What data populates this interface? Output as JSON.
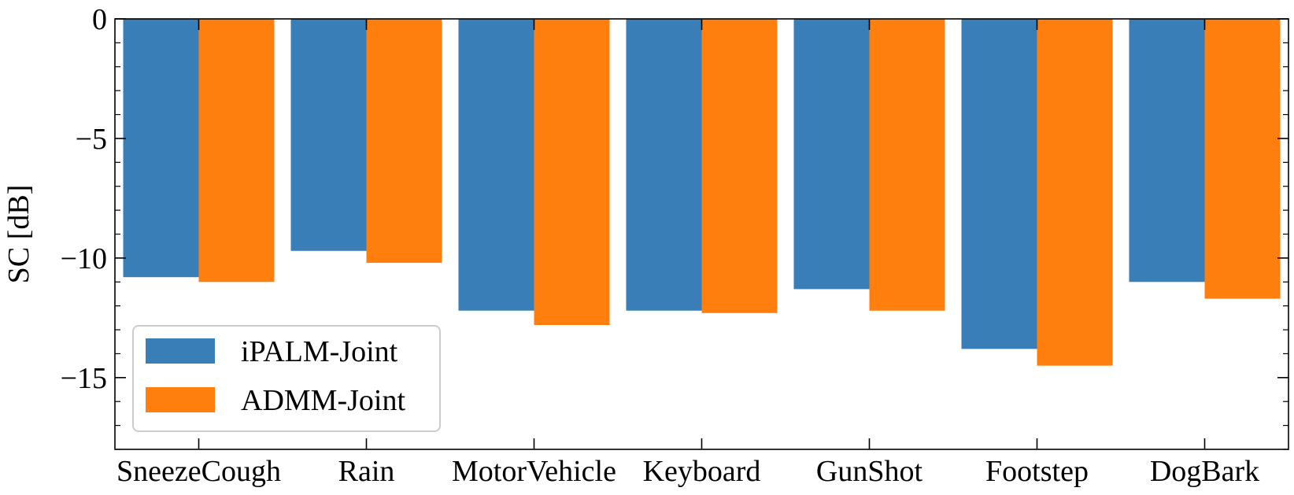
{
  "chart_data": {
    "type": "bar",
    "title": "",
    "xlabel": "",
    "ylabel": "SC [dB]",
    "ylim": [
      -18,
      0
    ],
    "yticks": [
      0,
      -5,
      -10,
      -15
    ],
    "ytick_labels": [
      "0",
      "−5",
      "−10",
      "−15"
    ],
    "grid": false,
    "legend_position": "lower-left",
    "categories": [
      "SneezeCough",
      "Rain",
      "MotorVehicle",
      "Keyboard",
      "GunShot",
      "Footstep",
      "DogBark"
    ],
    "series": [
      {
        "name": "iPALM-Joint",
        "color": "#3a7eb8",
        "values": [
          -10.8,
          -9.7,
          -12.2,
          -12.2,
          -11.3,
          -13.8,
          -11.0
        ]
      },
      {
        "name": "ADMM-Joint",
        "color": "#ff7f0e",
        "values": [
          -11.0,
          -10.2,
          -12.8,
          -12.3,
          -12.2,
          -14.5,
          -11.7
        ]
      }
    ]
  }
}
